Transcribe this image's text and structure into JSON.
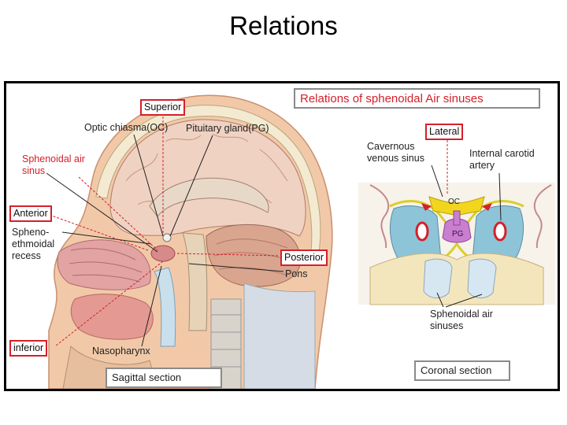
{
  "slide_title": "Relations",
  "diagram_title": "Relations of sphenoidal Air sinuses",
  "sagittal": {
    "superior": "Superior",
    "optic_chiasma": "Optic chiasma(OC)",
    "pituitary_gland": "Pituitary gland(PG)",
    "sphenoidal_sinus": "Sphenoidal air sinus",
    "anterior": "Anterior",
    "spheno_recess": "Spheno-ethmoidal recess",
    "posterior": "Posterior",
    "pons": "Pons",
    "inferior": "inferior",
    "nasopharynx": "Nasopharynx",
    "caption": "Sagittal section"
  },
  "coronal": {
    "lateral": "Lateral",
    "cavernous_sinus": "Cavernous venous sinus",
    "internal_carotid": "Internal carotid artery",
    "oc_label": "OC",
    "pg_label": "PG",
    "sphenoidal_sinuses": "Sphenoidal air sinuses",
    "caption": "Coronal section"
  },
  "colors": {
    "label_red": "#d4202a",
    "box_gray": "#8a8a8a"
  }
}
